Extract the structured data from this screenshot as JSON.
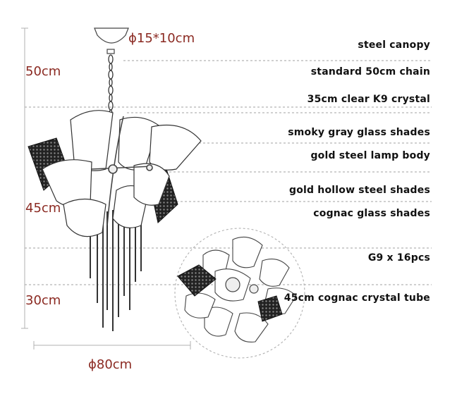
{
  "dimensions": {
    "canopy": "ϕ15*10cm",
    "chain_height": "50cm",
    "body_height": "45cm",
    "tube_height": "30cm",
    "width": "ϕ80cm"
  },
  "labels": [
    "steel canopy",
    "standard 50cm chain",
    "35cm clear K9 crystal",
    "smoky gray glass shades",
    "gold steel lamp body",
    "gold hollow steel shades",
    "cognac glass shades",
    "G9 x 16pcs",
    "45cm cognac crystal tube"
  ],
  "colors": {
    "dimension_text": "#8b2a22",
    "label_text": "#111111",
    "guide_line": "#9a9a9a"
  }
}
